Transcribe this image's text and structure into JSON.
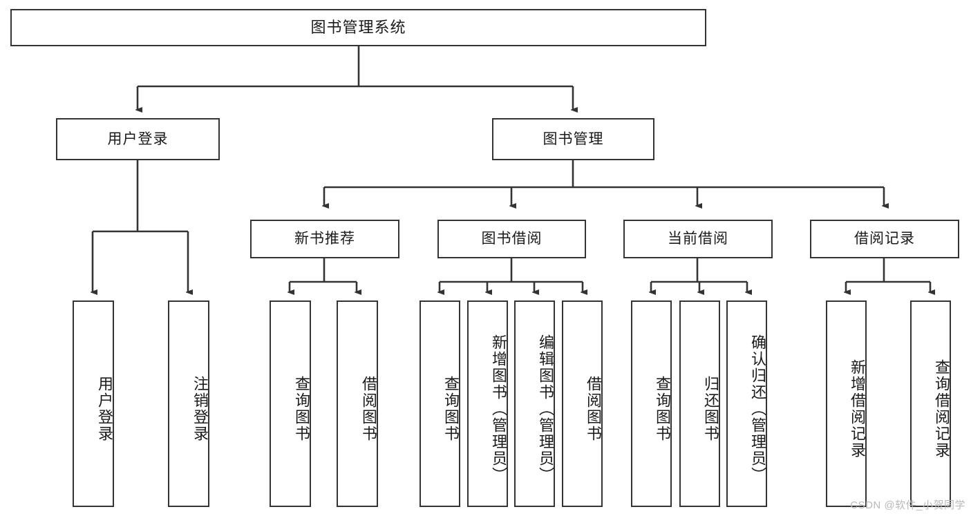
{
  "diagram": {
    "title": "图书管理系统",
    "watermark": "CSDN @软件_小贺同学",
    "colors": {
      "stroke": "#333333",
      "fill": "#ffffff",
      "text": "#1a1a1a",
      "watermark": "#b9b9b9"
    },
    "root": {
      "label": "图书管理系统"
    },
    "level1": [
      {
        "label": "用户登录"
      },
      {
        "label": "图书管理"
      }
    ],
    "level2": [
      {
        "label": "新书推荐"
      },
      {
        "label": "图书借阅"
      },
      {
        "label": "当前借阅"
      },
      {
        "label": "借阅记录"
      }
    ],
    "leaves": {
      "user_login": [
        {
          "label": "用户登录"
        },
        {
          "label": "注销登录"
        }
      ],
      "new_book_recommend": [
        {
          "label": "查询图书"
        },
        {
          "label": "借阅图书"
        }
      ],
      "book_borrow": [
        {
          "label": "查询图书"
        },
        {
          "label": "新增图书（管理员）"
        },
        {
          "label": "编辑图书（管理员）"
        },
        {
          "label": "借阅图书"
        }
      ],
      "current_borrow": [
        {
          "label": "查询图书"
        },
        {
          "label": "归还图书"
        },
        {
          "label": "确认归还（管理员）"
        }
      ],
      "borrow_record": [
        {
          "label": "新增借阅记录"
        },
        {
          "label": "查询借阅记录"
        }
      ]
    }
  }
}
